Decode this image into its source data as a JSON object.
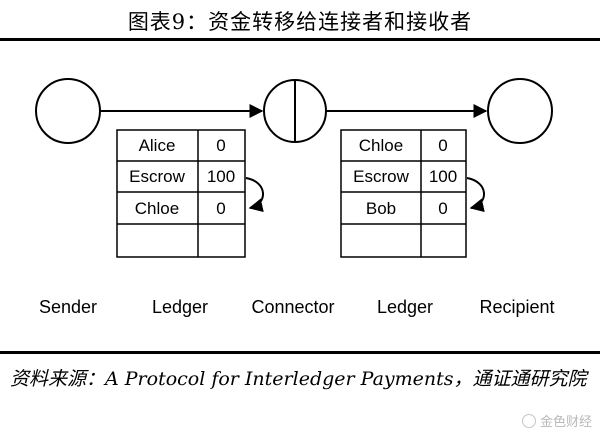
{
  "figure": {
    "title": "图表9：资金转移给连接者和接收者"
  },
  "nodes": [
    {
      "id": "sender",
      "label": "Sender"
    },
    {
      "id": "ledger-1",
      "label": "Ledger"
    },
    {
      "id": "connector",
      "label": "Connector"
    },
    {
      "id": "ledger-2",
      "label": "Ledger"
    },
    {
      "id": "recipient",
      "label": "Recipient"
    }
  ],
  "ledgers": [
    {
      "rows": [
        {
          "account": "Alice",
          "balance": "0"
        },
        {
          "account": "Escrow",
          "balance": "100"
        },
        {
          "account": "Chloe",
          "balance": "0"
        },
        {
          "account": "",
          "balance": ""
        }
      ]
    },
    {
      "rows": [
        {
          "account": "Chloe",
          "balance": "0"
        },
        {
          "account": "Escrow",
          "balance": "100"
        },
        {
          "account": "Bob",
          "balance": "0"
        },
        {
          "account": "",
          "balance": ""
        }
      ]
    }
  ],
  "source": {
    "text": "资料来源：A Protocol for Interledger Payments，通证通研究院"
  },
  "watermark": {
    "text": "金色财经"
  }
}
